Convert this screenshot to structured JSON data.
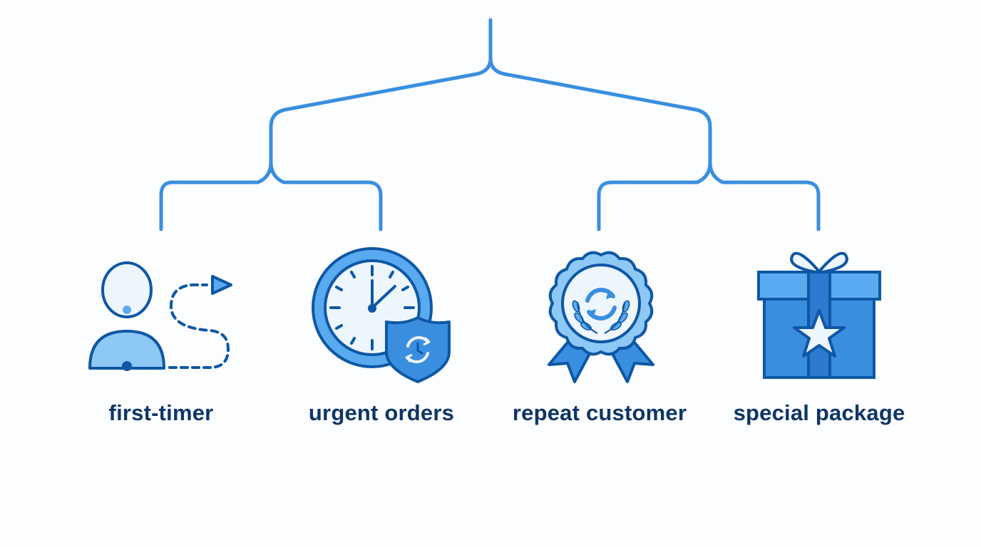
{
  "colors": {
    "line": "#3a8ee0",
    "stroke": "#0e57a5",
    "fill_light": "#8ec8f5",
    "fill_mid": "#5aaaf0",
    "fill_pale": "#eef6fd",
    "label": "#0e3566"
  },
  "nodes": [
    {
      "label": "first-timer",
      "icon": "person-path-icon"
    },
    {
      "label": "urgent orders",
      "icon": "clock-shield-icon"
    },
    {
      "label": "repeat customer",
      "icon": "award-badge-icon"
    },
    {
      "label": "special package",
      "icon": "gift-box-icon"
    }
  ]
}
